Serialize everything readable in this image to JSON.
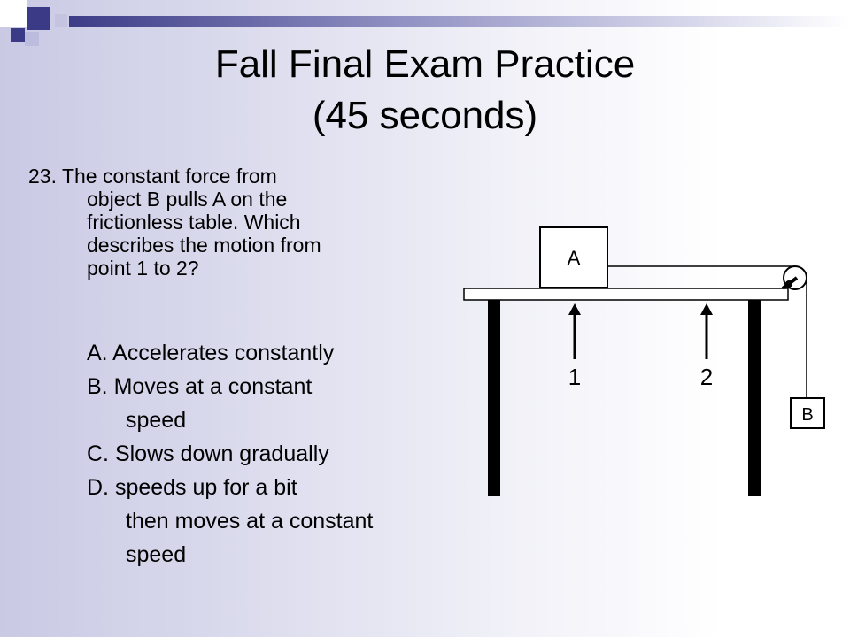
{
  "slide": {
    "title_line1": "Fall Final Exam Practice",
    "title_line2": "(45 seconds)"
  },
  "question": {
    "stem_lines": [
      "23.  The constant force from",
      "object B pulls A on the",
      "frictionless table.  Which",
      "describes the motion from",
      "point 1 to 2?"
    ]
  },
  "options": {
    "a": "A.  Accelerates constantly",
    "b_line1": "B.  Moves at a constant",
    "b_line2": "speed",
    "c": "C. Slows down gradually",
    "d_line1": "D. speeds up for a bit",
    "d_line2": "then moves at a constant",
    "d_line3": "speed"
  },
  "diagram": {
    "block_a_label": "A",
    "block_b_label": "B",
    "point_1_label": "1",
    "point_2_label": "2"
  },
  "colors": {
    "accent_navy": "#3a3a86",
    "accent_lavender": "#c4c4e0"
  }
}
